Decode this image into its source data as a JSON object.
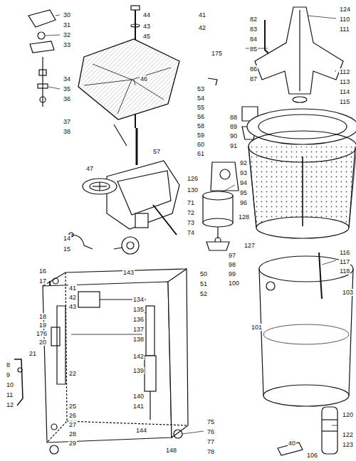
{
  "diagram": {
    "labels": [
      "30",
      "31",
      "32",
      "33",
      "34",
      "35",
      "36",
      "37",
      "38",
      "44",
      "43",
      "45",
      "46",
      "41",
      "42",
      "175",
      "47",
      "57",
      "53",
      "54",
      "55",
      "56",
      "58",
      "59",
      "60",
      "61",
      "82",
      "83",
      "84",
      "85",
      "86",
      "87",
      "88",
      "89",
      "90",
      "91",
      "92",
      "93",
      "94",
      "95",
      "96",
      "124",
      "110",
      "111",
      "112",
      "113",
      "114",
      "115",
      "126",
      "130",
      "128",
      "127",
      "71",
      "72",
      "73",
      "74",
      "97",
      "98",
      "99",
      "100",
      "101",
      "116",
      "117",
      "118",
      "103",
      "120",
      "122",
      "123",
      "40",
      "106",
      "14",
      "15",
      "16",
      "17",
      "18",
      "19",
      "176",
      "20",
      "41",
      "42",
      "43",
      "8",
      "9",
      "10",
      "11",
      "12",
      "21",
      "22",
      "25",
      "26",
      "27",
      "28",
      "29",
      "134",
      "135",
      "136",
      "137",
      "138",
      "142",
      "139",
      "140",
      "141",
      "143",
      "144",
      "148",
      "75",
      "76",
      "77",
      "78",
      "50",
      "51",
      "52"
    ]
  }
}
